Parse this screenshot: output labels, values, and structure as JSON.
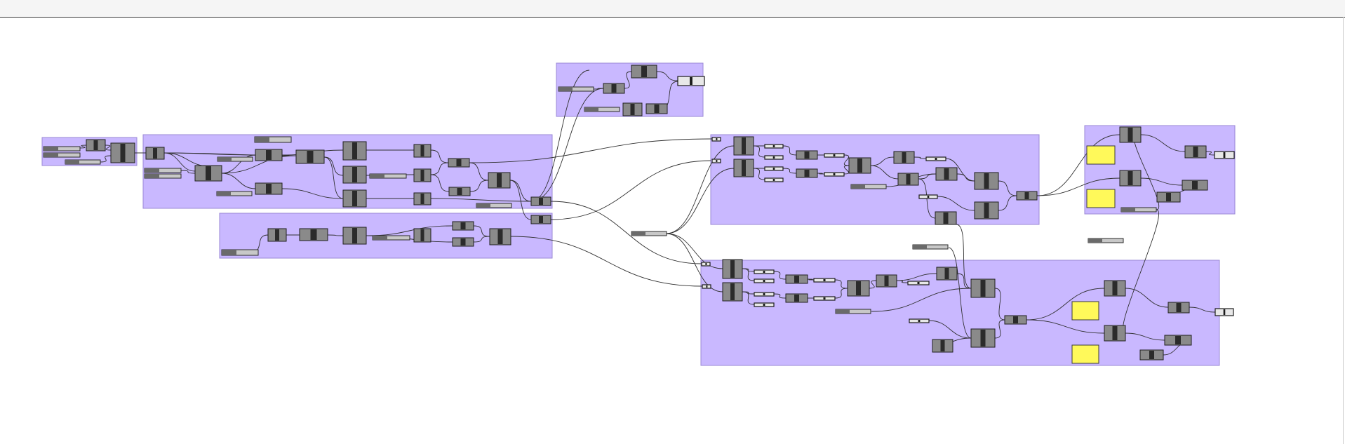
{
  "app": {
    "toolbar_label": "",
    "canvas_label": ""
  },
  "colors": {
    "group_fill": "#c9b8ff",
    "group_stroke": "#9a88d6",
    "component_fill": "#8a8a8a",
    "component_core": "#2b2b2b",
    "slider_fill": "#c8c8c8",
    "panel_fill": "#fff95a",
    "wire": "#303030"
  },
  "graph": {
    "groups": [
      {
        "id": "g1",
        "label": ""
      },
      {
        "id": "g2",
        "label": ""
      },
      {
        "id": "g3",
        "label": ""
      },
      {
        "id": "g4",
        "label": ""
      },
      {
        "id": "g5",
        "label": ""
      },
      {
        "id": "g6",
        "label": ""
      },
      {
        "id": "g7",
        "label": ""
      }
    ],
    "panels": [
      {
        "id": "p1",
        "text": ""
      },
      {
        "id": "p2",
        "text": ""
      },
      {
        "id": "p3",
        "text": ""
      },
      {
        "id": "p4",
        "text": ""
      }
    ]
  }
}
